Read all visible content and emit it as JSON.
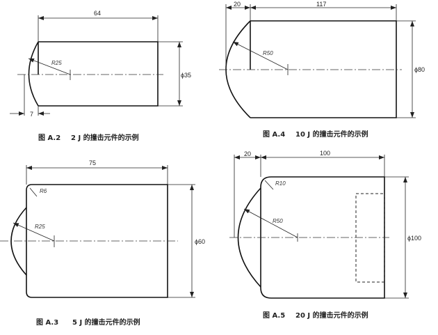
{
  "figures": [
    {
      "id": "A.2",
      "caption_num": "图 A.2",
      "caption_text": "2 J 的撞击元件的示例",
      "length": "64",
      "diameter": "ϕ35",
      "radius": "R25",
      "offset": "7"
    },
    {
      "id": "A.4",
      "caption_num": "图 A.4",
      "caption_text": "10 J 的撞击元件的示例",
      "length": "117",
      "diameter": "ϕ80",
      "radius": "R50",
      "offset": "20"
    },
    {
      "id": "A.3",
      "caption_num": "图 A.3",
      "caption_text": "5 J 的撞击元件的示例",
      "length": "75",
      "diameter": "ϕ60",
      "radius": "R25",
      "corner_radius": "R6"
    },
    {
      "id": "A.5",
      "caption_num": "图 A.5",
      "caption_text": "20 J 的撞击元件的示例",
      "length": "100",
      "diameter": "ϕ100",
      "radius": "R50",
      "corner_radius": "R10",
      "offset": "20"
    }
  ]
}
